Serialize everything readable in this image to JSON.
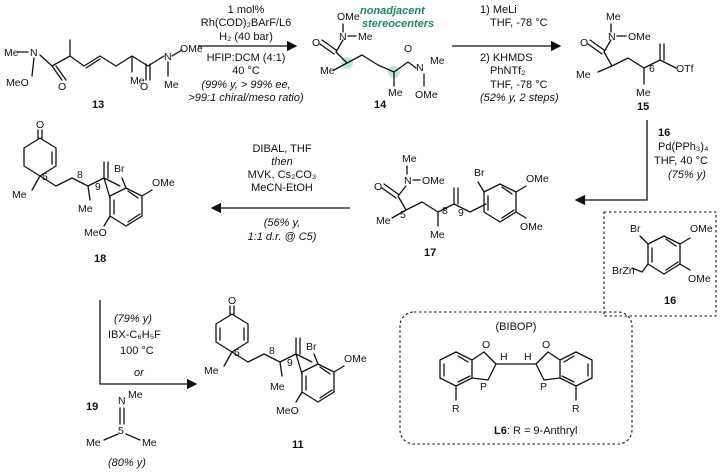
{
  "compounds": {
    "c13": "13",
    "c14": "14",
    "c15": "15",
    "c16a": "16",
    "c16b": "16",
    "c17": "17",
    "c18": "18",
    "c19": "19",
    "c11": "11"
  },
  "steps": {
    "s1": [
      "1 mol%",
      "Rh(COD)₂BArF/L6",
      "H₂ (40 bar)",
      "HFIP:DCM (4:1)",
      "40 °C",
      "(99% y, > 99% ee,",
      ">99:1 chiral/meso ratio)"
    ],
    "s2": [
      "1) MeLi",
      "THF, -78 °C",
      "2) KHMDS",
      "PhNTf₂",
      "THF, -78 °C",
      "(52% y, 2 steps)"
    ],
    "s3": [
      "16",
      "Pd(PPh₃)₄",
      "THF, 40 °C",
      "(75% y)"
    ],
    "s4": [
      "DIBAL, THF",
      "then",
      "MVK, Cs₂CO₃",
      "MeCN-EtOH",
      "(56% y,",
      "1:1 d.r. @ C5)"
    ],
    "s5": [
      "(79% y)",
      "IBX-C₆H₅F",
      "100 °C",
      "or",
      "(80% y)"
    ]
  },
  "annotations": {
    "nonadjacent": [
      "nonadjacent",
      "stereocenters"
    ]
  },
  "ligand": {
    "title": "(BIBOP)",
    "caption_id": "L6",
    "caption_rest": ": R = 9-Anthryl"
  },
  "atoms": {
    "ome": "OMe",
    "meo": "MeO",
    "otf": "OTf",
    "br": "Br",
    "brzn": "BrZn",
    "me": "Me",
    "n": "N",
    "o": "O",
    "c5": "5",
    "c6": "6",
    "c8": "8",
    "c9": "9"
  }
}
